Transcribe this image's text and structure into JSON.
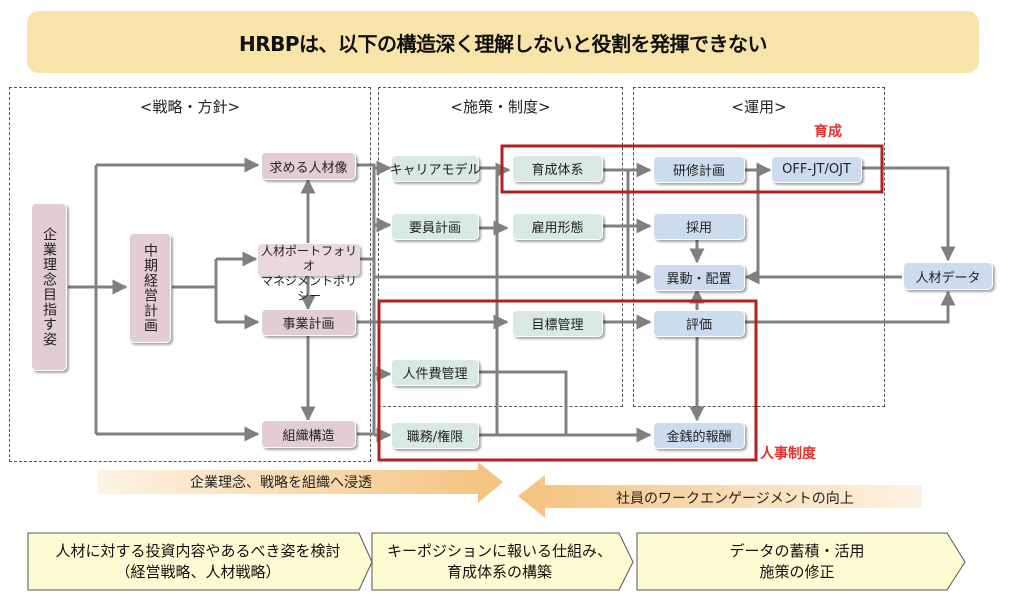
{
  "banner": {
    "title": "HRBPは、以下の構造深く理解しないと役割を発揮できない"
  },
  "sections": {
    "strategy": "<戦略・方針>",
    "measures": "<施策・制度>",
    "operation": "<運用>"
  },
  "strategy_nodes": {
    "philosophy": "企業理念目指す姿",
    "philosophy_col1": "企業理念",
    "philosophy_col2": "目指す姿",
    "midterm": "中期経営計画",
    "talent_image": "求める人材像",
    "portfolio_line1": "人材ポートフォリオ",
    "portfolio_line2": "マネジメントポリシー",
    "business_plan": "事業計画",
    "org_structure": "組織構造"
  },
  "measure_nodes": {
    "career_model": "キャリアモデル",
    "staffing_plan": "要員計画",
    "development_system": "育成体系",
    "employment_form": "雇用形態",
    "goal_management": "目標管理",
    "labor_cost": "人件費管理",
    "duties_authority": "職務/権限"
  },
  "operation_nodes": {
    "training_plan": "研修計画",
    "off_jt": "OFF-JT/OJT",
    "hiring": "採用",
    "transfer": "異動・配置",
    "evaluation": "評価",
    "compensation": "金銭的報酬",
    "talent_data": "人材データ"
  },
  "highlight_labels": {
    "development": "育成",
    "hr_system": "人事制度"
  },
  "flow_arrows": {
    "top_down": "企業理念、戦略を組織へ浸透",
    "bottom_up": "社員のワークエンゲージメントの向上"
  },
  "steps": [
    {
      "line1": "人材に対する投資内容やあるべき姿を検討",
      "line2": "（経営戦略、人材戦略）"
    },
    {
      "line1": "キーポジションに報いる仕組み、",
      "line2": "育成体系の構築"
    },
    {
      "line1": "データの蓄積・活用",
      "line2": "施策の修正"
    }
  ],
  "colors": {
    "banner": "#f8e3a9",
    "strategy_node": "#e2cdd6",
    "measure_node": "#d8e8e2",
    "operation_node": "#cddbef",
    "highlight_red": "#b22222",
    "label_red": "#e53030",
    "connector": "#808080",
    "step_fill": "#fdfbd2"
  }
}
